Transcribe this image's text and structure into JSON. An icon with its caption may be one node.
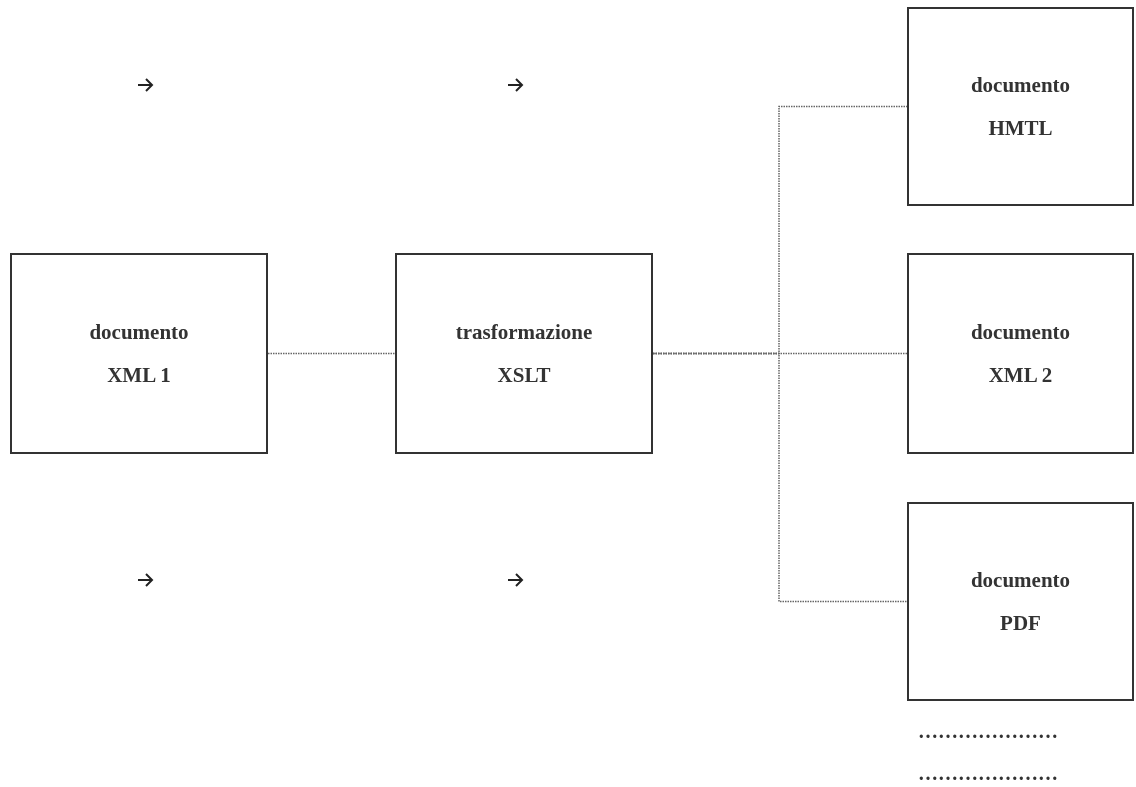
{
  "diagram": {
    "nodes": [
      {
        "text": [
          "documento",
          "XML 1"
        ]
      },
      {
        "text": [
          "trasformazione",
          "XSLT"
        ]
      },
      {
        "text": [
          "documento",
          "HMTL"
        ]
      },
      {
        "text": [
          "documento",
          "XML 2"
        ]
      },
      {
        "text": [
          "documento",
          "PDF"
        ]
      }
    ],
    "edges": [
      {
        "from": 0,
        "to": 1,
        "arrow": "none"
      },
      {
        "from": 1,
        "to": 2,
        "arrow": "none"
      },
      {
        "from": 1,
        "to": 3,
        "arrow": "none"
      },
      {
        "from": 1,
        "to": 4,
        "arrow": "none"
      }
    ],
    "labels": [
      "…………………",
      "…………………"
    ]
  }
}
